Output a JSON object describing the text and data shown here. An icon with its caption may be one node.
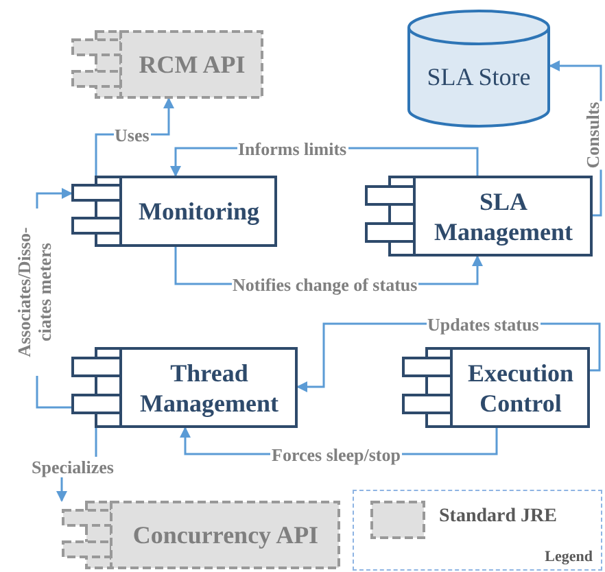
{
  "diagram": {
    "nodes": [
      {
        "text": [
          "RCM API"
        ]
      },
      {
        "text": [
          "SLA Store"
        ]
      },
      {
        "text": [
          "Monitoring"
        ]
      },
      {
        "text": [
          "SLA Management"
        ]
      },
      {
        "text": [
          "Thread Management"
        ]
      },
      {
        "text": [
          "Execution Control"
        ]
      },
      {
        "text": [
          "Concurrency API"
        ]
      }
    ],
    "edges": [
      {
        "from": 2,
        "to": 0,
        "arrow": "to",
        "label": "Uses"
      },
      {
        "from": 3,
        "to": 2,
        "arrow": "to",
        "label": "Informs limits"
      },
      {
        "from": 2,
        "to": 3,
        "arrow": "to",
        "label": "Notifies change of status"
      },
      {
        "from": 3,
        "to": 1,
        "arrow": "to",
        "label": "Consults"
      },
      {
        "from": 5,
        "to": 4,
        "arrow": "to",
        "label": "Updates status"
      },
      {
        "from": 5,
        "to": 4,
        "arrow": "to",
        "label": "Forces sleep/stop"
      },
      {
        "from": 4,
        "to": 2,
        "arrow": "to",
        "label": "Associates/Disso- ciates meters"
      },
      {
        "from": 4,
        "to": 6,
        "arrow": "to",
        "label": "Specializes"
      }
    ],
    "labels": [
      "Legend"
    ],
    "legend": [
      {
        "text": "Standard JRE"
      }
    ]
  }
}
